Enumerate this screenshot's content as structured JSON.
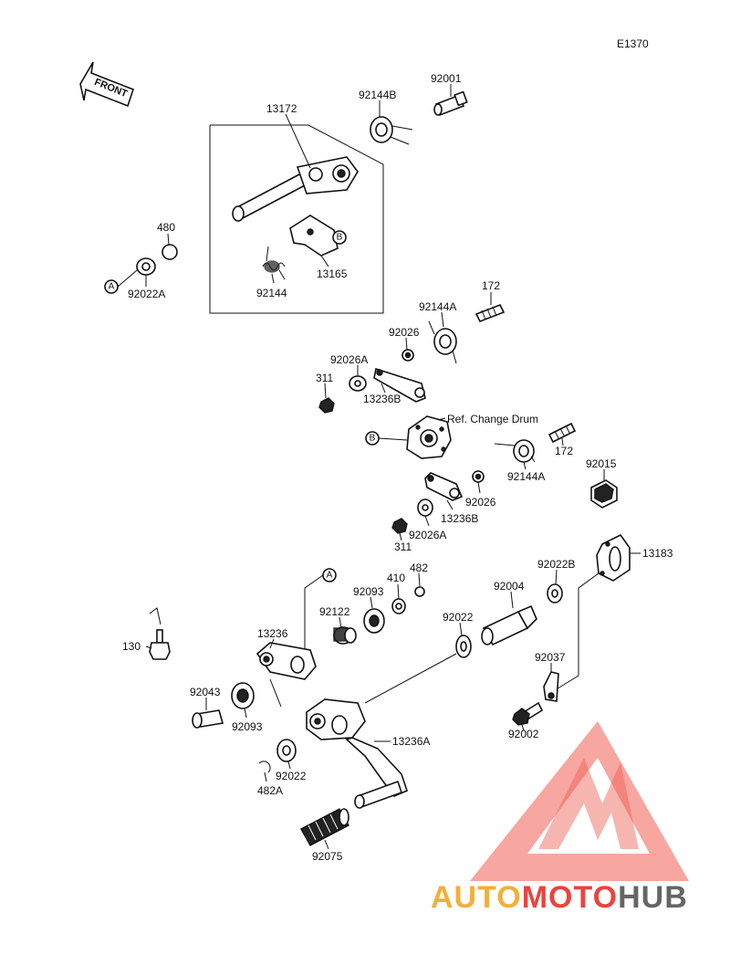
{
  "diagram_code": "E1370",
  "front_arrow_text": "FRONT",
  "reference_rings": {
    "a": "A",
    "b": "B"
  },
  "ref_note": "Ref. Change Drum",
  "part_labels": {
    "p13172": "13172",
    "p92144B": "92144B",
    "p92001": "92001",
    "p480": "480",
    "p92022A": "92022A",
    "p13165": "13165",
    "p92144": "92144",
    "p172_top": "172",
    "p92144A_top": "92144A",
    "p92026_top": "92026",
    "p92026A_top": "92026A",
    "p311_top": "311",
    "p13236B_top": "13236B",
    "p172_mid": "172",
    "p92144A_mid": "92144A",
    "p92015": "92015",
    "p92026_mid": "92026",
    "p13236B_mid": "13236B",
    "p92026A_mid": "92026A",
    "p311_mid": "311",
    "p13183": "13183",
    "p410": "410",
    "p482": "482",
    "p92093_top": "92093",
    "p92122": "92122",
    "p92004": "92004",
    "p92022B": "92022B",
    "p13236": "13236",
    "p130": "130",
    "p92022_mid": "92022",
    "p92037": "92037",
    "p92043": "92043",
    "p92093_bot": "92093",
    "p92002": "92002",
    "p13236A": "13236A",
    "p92022_bot": "92022",
    "p482A": "482A",
    "p92075": "92075"
  },
  "watermark": {
    "part1": "AUTO",
    "part2": "MOTO",
    "part3": "HUB",
    "colors": {
      "orange": "#f5a623",
      "red": "#e8302b",
      "gray": "#555555",
      "triangle": "#ee4a3e"
    }
  }
}
